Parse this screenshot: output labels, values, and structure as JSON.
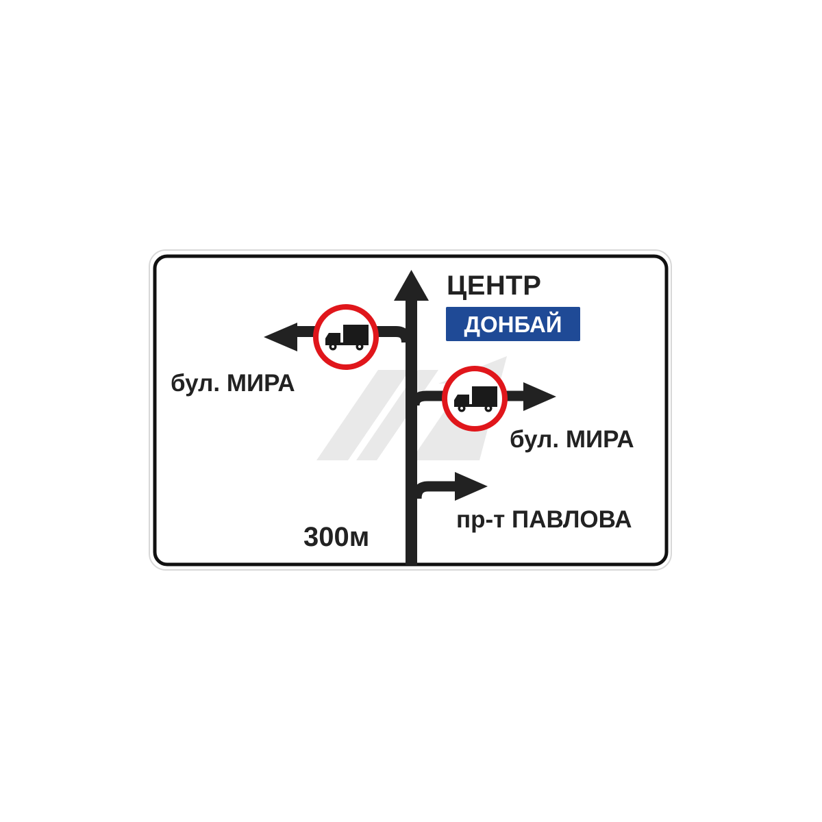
{
  "sign": {
    "straight_destination": "ЦЕНТР",
    "highlight_destination": "ДОНБАЙ",
    "left_street": "бул. МИРА",
    "right_street": "бул. МИРА",
    "right_lower_street": "пр-т ПАВЛОВА",
    "distance": "300м",
    "truck_prohibition_icon": "no-trucks-icon",
    "watermark_icon": "company-logo-watermark"
  },
  "colors": {
    "background": "#ffffff",
    "border": "#111111",
    "arrows": "#222222",
    "prohibition_ring": "#e0161b",
    "highlight_panel": "#1f4a96"
  }
}
